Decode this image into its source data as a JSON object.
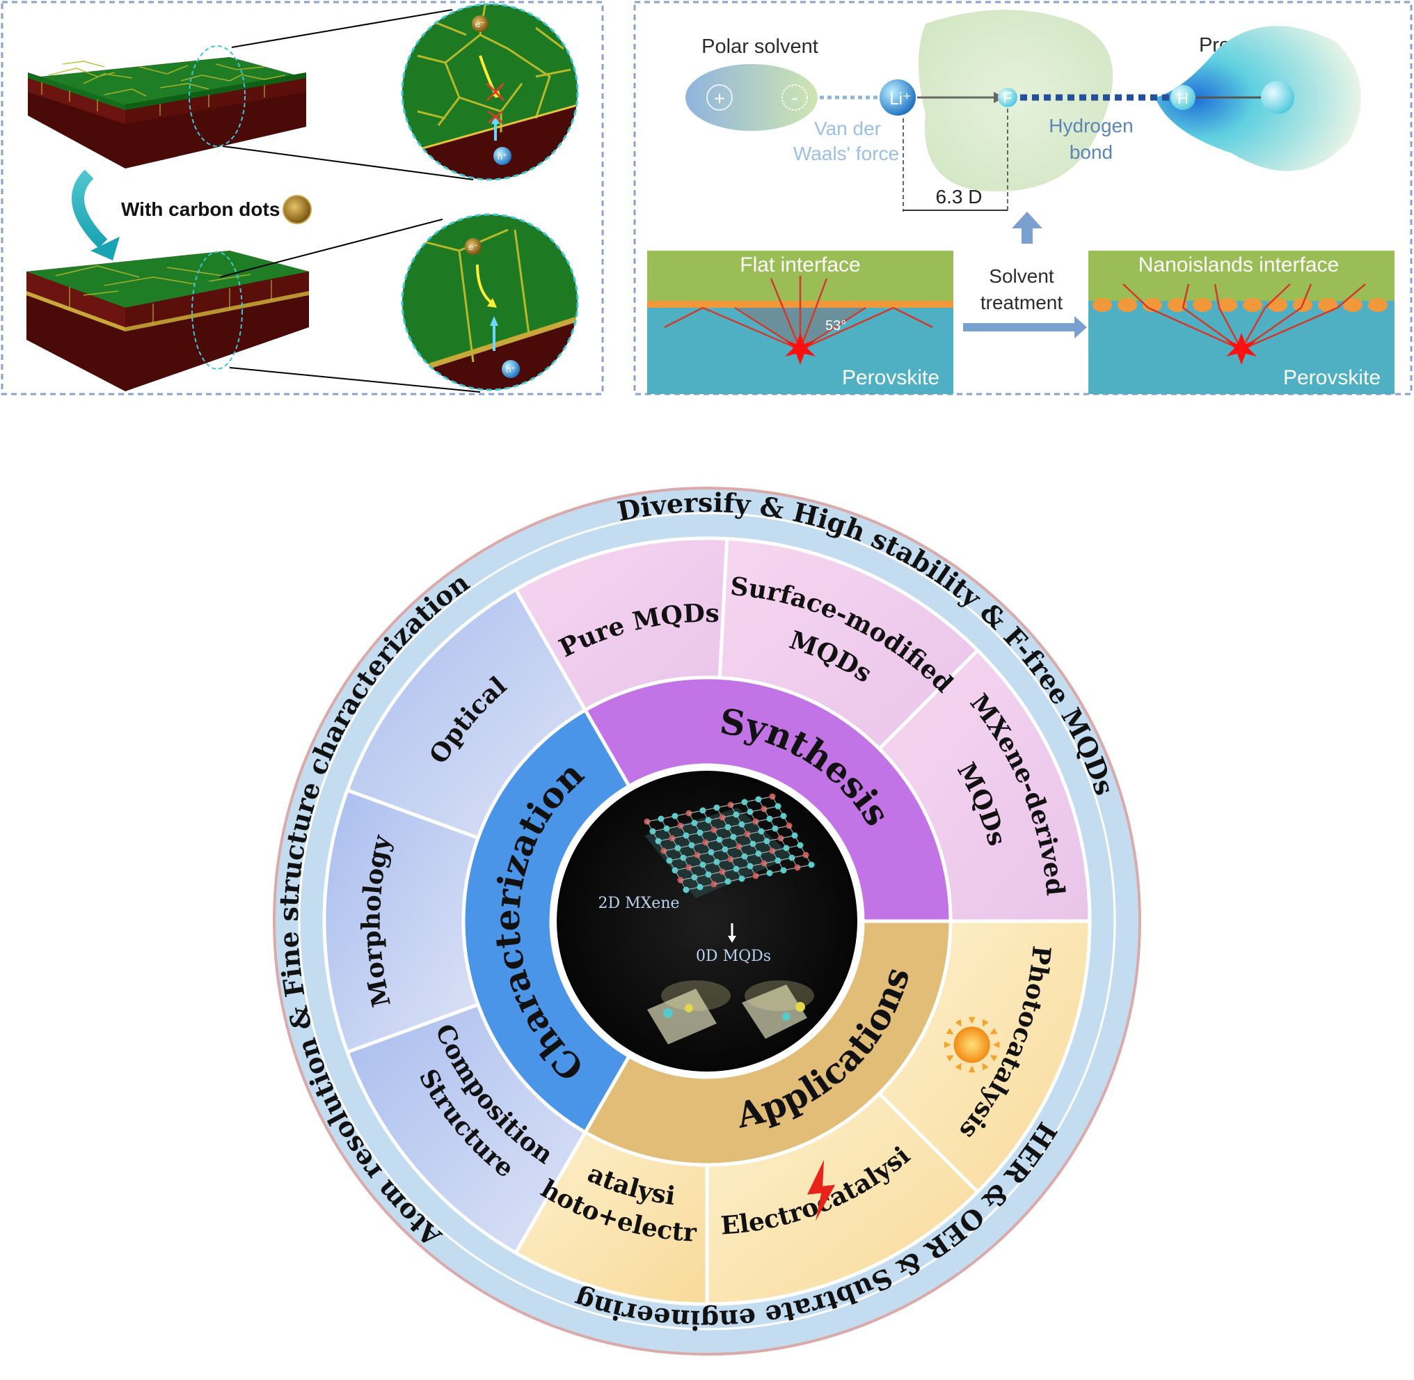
{
  "panel_a": {
    "label": "With carbon dots",
    "electron": "e⁻",
    "hole": "h⁺"
  },
  "panel_b": {
    "polar_solvent": "Polar solvent",
    "protic_solvent": "Protic solvent",
    "plus": "+",
    "minus": "-",
    "li": "Li⁺",
    "f": "F",
    "h": "H",
    "vdw_line1": "Van der",
    "vdw_line2": "Waals' force",
    "hbond_line1": "Hydrogen",
    "hbond_line2": "bond",
    "dipole": "6.3 D",
    "flat_interface": "Flat interface",
    "nano_interface": "Nanoislands interface",
    "solvent_line1": "Solvent",
    "solvent_line2": "treatment",
    "perovskite": "Perovskite",
    "angle": "53°"
  },
  "wheel": {
    "outer_top": "Diversify & High stability & F-free MQDs",
    "outer_left": "Atom resolution & Fine structure characterization",
    "outer_bottom": "HER & OER & Subtrate engineering",
    "synthesis_items": [
      "Pure MQDs",
      "Surface-modified",
      "MQDs",
      "MXene-derived",
      "MQDs"
    ],
    "characterization_items": [
      "Optical",
      "Morphology",
      "Structure",
      "Composition"
    ],
    "application_items": [
      "Photocatalysis",
      "Electrocatalysis",
      "Photo+electro",
      "catalysis"
    ],
    "inner": [
      "Synthesis",
      "Characterization",
      "Applications"
    ],
    "center_top": "2D MXene",
    "center_bottom": "0D MQDs"
  },
  "colors": {
    "outer_ring": "#c3dcf0",
    "synthesis": "#c274e6",
    "characterization": "#4a95e8",
    "applications": "#e2bd77",
    "synthesis_light": "#f0cdeb",
    "characterization_light": "#c6d4f1",
    "applications_light": "#fbe7b8",
    "perovskite": "#4fb0c4",
    "top_layer": "#9bbd55",
    "film_green": "#1e7a22"
  }
}
